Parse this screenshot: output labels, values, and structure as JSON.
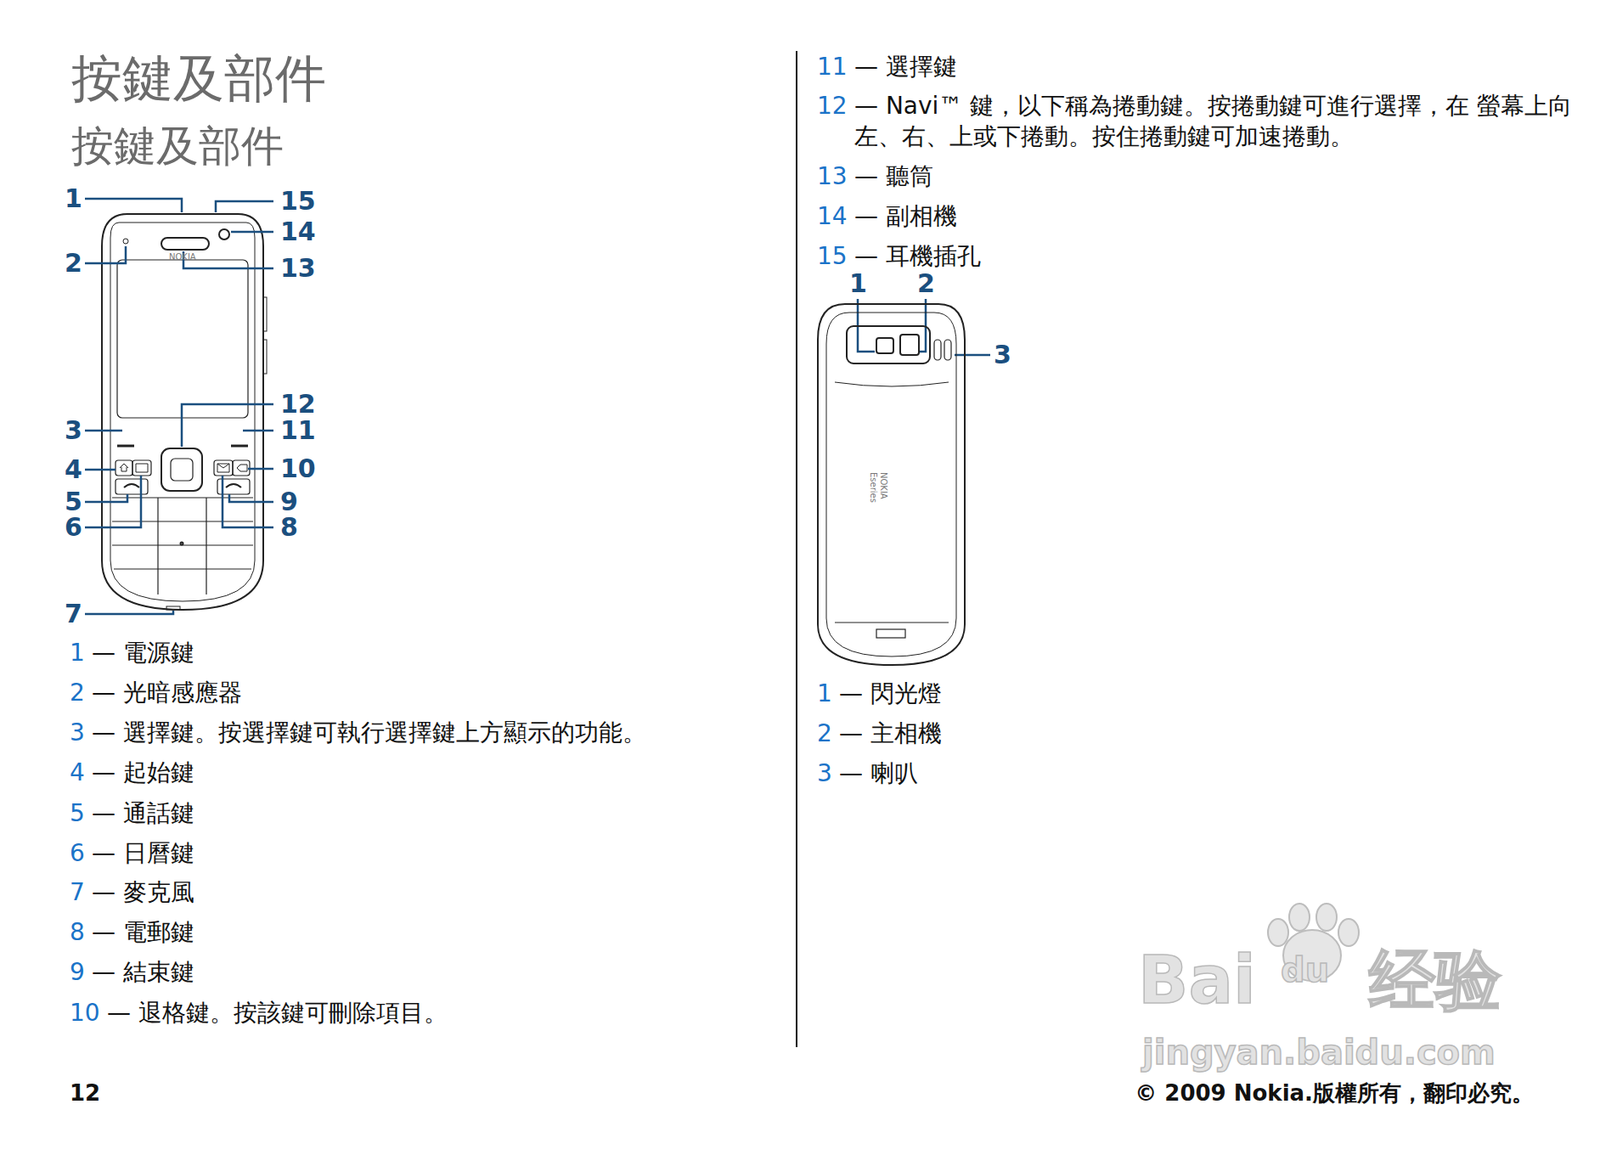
{
  "diagram": {
    "title": "按鍵及部件",
    "labels": [
      "按鍵及部件",
      "1",
      "2",
      "3",
      "4",
      "5",
      "6",
      "7",
      "15",
      "14",
      "13",
      "12",
      "11",
      "10",
      "9",
      "8",
      "NOKIA",
      "1",
      "— 電源鍵",
      "2",
      "— 光暗感應器",
      "3",
      "— 選擇鍵。按選擇鍵可執行選擇鍵上方顯示的功能。",
      "4",
      "— 起始鍵",
      "5",
      "— 通話鍵",
      "6",
      "— 日曆鍵",
      "7",
      "— 麥克風",
      "8",
      "— 電郵鍵",
      "9",
      "— 結束鍵",
      "10",
      "— 退格鍵。按該鍵可刪除項目。",
      "11",
      "— 選擇鍵",
      "12",
      "— Navi™ 鍵，以下稱為捲動鍵。按捲動鍵可進行選擇，在 螢幕上向左、右、上或下捲動。按住捲動鍵可加速捲動。",
      "13",
      "— 聽筒",
      "14",
      "— 副相機",
      "15",
      "— 耳機插孔",
      "1",
      "2",
      "3",
      "NOKIA",
      "Eseries",
      "1",
      "— 閃光燈",
      "2",
      "— 主相機",
      "3",
      "— 喇叭",
      "12",
      "© 2009 Nokia.版權所有，翻印必究。",
      "Bai",
      "du",
      "经验",
      "jingyan.baidu.com"
    ]
  }
}
